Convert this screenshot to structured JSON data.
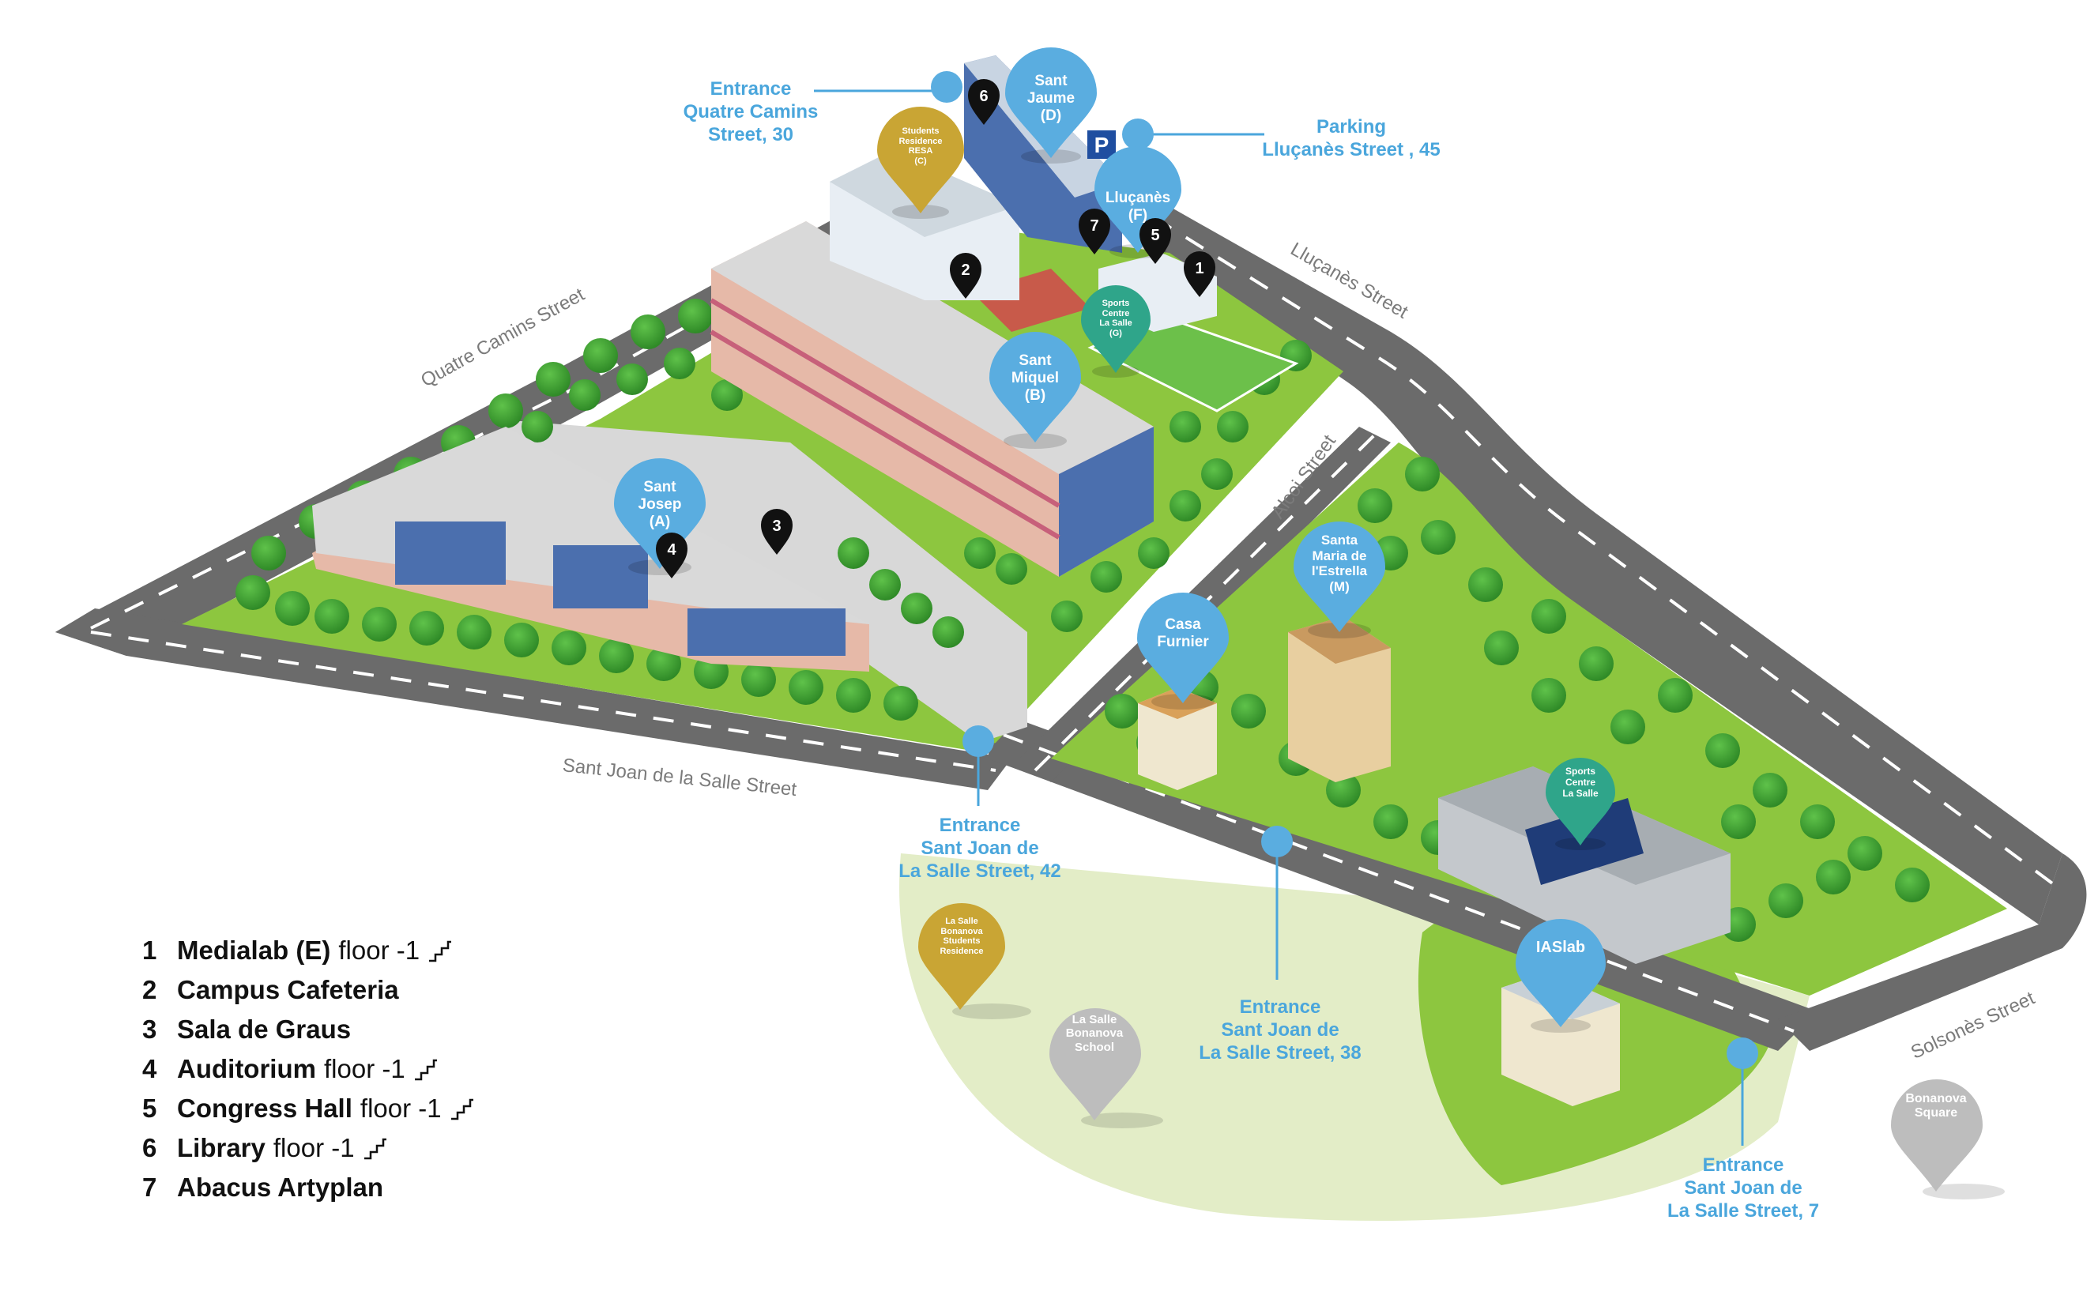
{
  "streets": {
    "quatre_camins": "Quatre Camins Street",
    "llucanes": "Lluçanès Street",
    "alcoi": "Alcoi Street",
    "sant_joan": "Sant Joan de la Salle Street",
    "solsones": "Solsonès Street"
  },
  "entrances": {
    "quatre_camins": "Entrance\nQuatre Camins\nStreet, 30",
    "parking": "Parking\nLluçanès Street , 45",
    "sj42": "Entrance\nSant Joan de\nLa Salle Street, 42",
    "sj38": "Entrance\nSant Joan de\nLa Salle Street, 38",
    "sj7": "Entrance\nSant Joan de\nLa Salle Street, 7"
  },
  "parking_symbol": "P",
  "buildings": {
    "sant_jaume": "Sant\nJaume\n(D)",
    "resa": "Students\nResidence\nRESA\n(C)",
    "llucanes": "Lluçanès\n(F)",
    "sports_g": "Sports\nCentre\nLa Salle\n(G)",
    "sant_miquel": "Sant\nMiquel\n(B)",
    "sant_josep": "Sant\nJosep\n(A)",
    "santa_maria": "Santa\nMaria de\nl'Estrella\n(M)",
    "casa_furnier": "Casa\nFurnier",
    "sports_2": "Sports\nCentre\nLa Salle",
    "iaslab": "IASlab",
    "bonanova_res": "La Salle\nBonanova\nStudents\nResidence",
    "bonanova_school": "La Salle\nBonanova\nSchool",
    "bonanova_square": "Bonanova\nSquare"
  },
  "markers": [
    "1",
    "2",
    "3",
    "4",
    "5",
    "6",
    "7"
  ],
  "legend": [
    {
      "num": "1",
      "name": "Medialab (E)",
      "floor": "floor -1",
      "stairs": true
    },
    {
      "num": "2",
      "name": "Campus Cafeteria",
      "floor": "",
      "stairs": false
    },
    {
      "num": "3",
      "name": "Sala de Graus",
      "floor": "",
      "stairs": false
    },
    {
      "num": "4",
      "name": "Auditorium",
      "floor": "floor -1",
      "stairs": true
    },
    {
      "num": "5",
      "name": "Congress Hall",
      "floor": "floor -1",
      "stairs": true
    },
    {
      "num": "6",
      "name": "Library",
      "floor": "floor -1",
      "stairs": true
    },
    {
      "num": "7",
      "name": "Abacus Artyplan",
      "floor": "",
      "stairs": false
    }
  ],
  "colors": {
    "road": "#6b6b6b",
    "grass": "#8dc63f",
    "tree": "#3a9b2e",
    "light_green": "#e3edc7",
    "pin_blue": "#5aade0",
    "pin_gold": "#c9a534",
    "pin_teal": "#2fa58a",
    "pin_grey": "#bdbdbd",
    "entrance_blue": "#4aa6dc"
  }
}
